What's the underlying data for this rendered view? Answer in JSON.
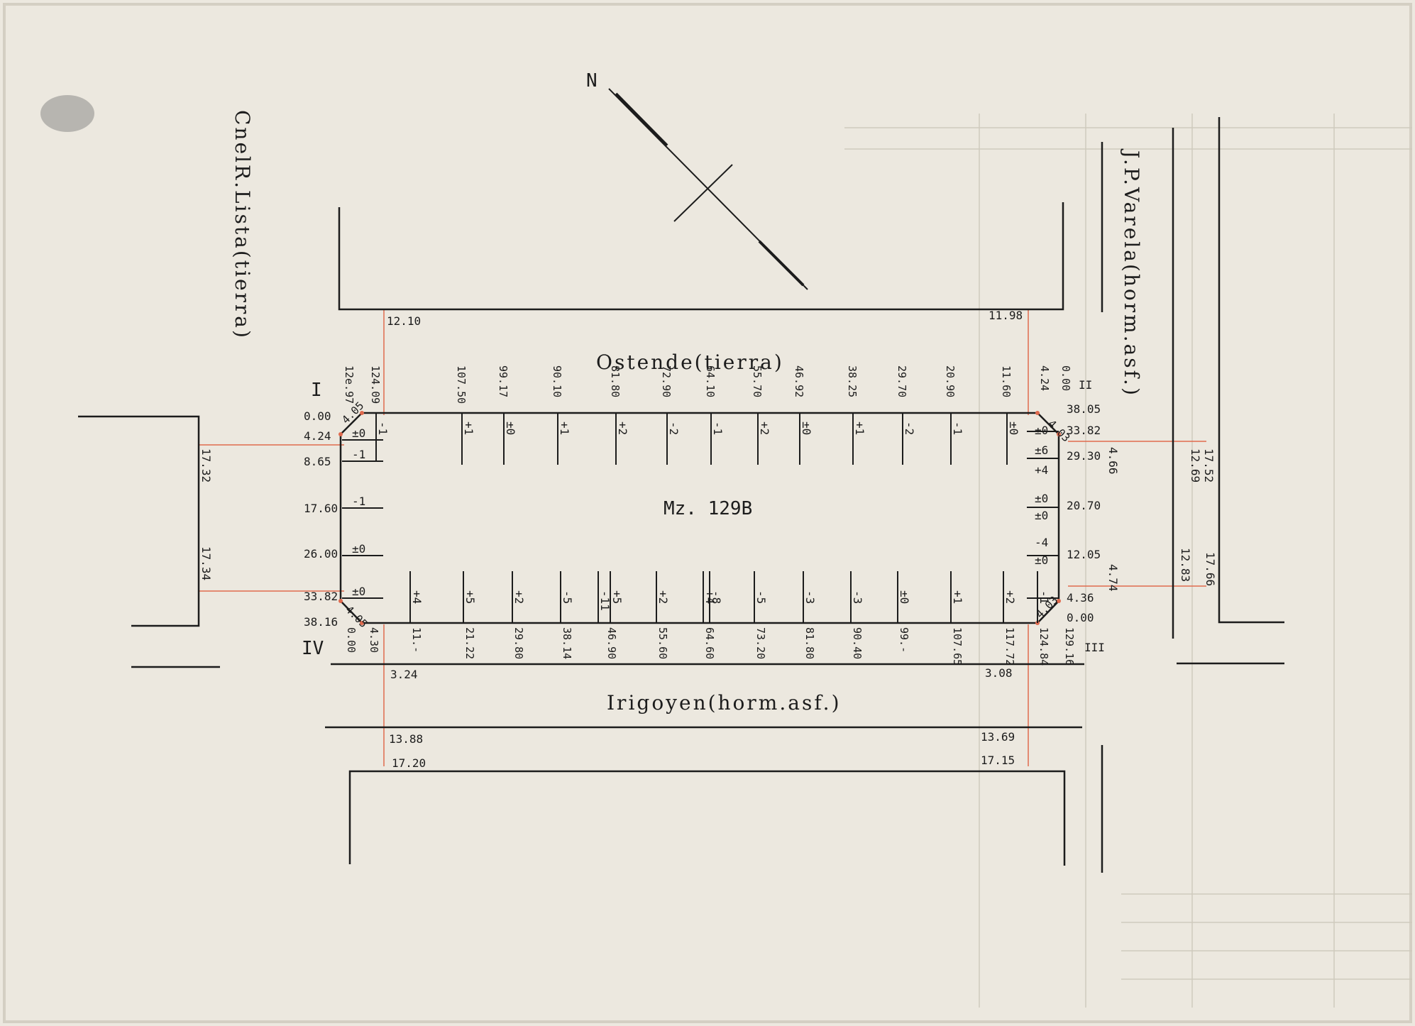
{
  "streets": {
    "north": "Ostende(tierra)",
    "south": "Irigoyen(horm.asf.)",
    "west": "CnelR.Lista(tierra)",
    "east": "J.P.Varela(horm.asf.)"
  },
  "block_label": "Mz. 129B",
  "north_arrow": "N",
  "corners": {
    "I": "I",
    "II": "II",
    "III": "III",
    "IV": "IV"
  },
  "north_side": {
    "chainage": [
      "12e.97",
      "124.09",
      "107.50",
      "99.17",
      "90.10",
      "81.80",
      "72.90",
      "64.10",
      "55.70",
      "46.92",
      "38.25",
      "29.70",
      "20.90",
      "11.60",
      "4.24",
      "0.00"
    ],
    "levels": [
      "-1",
      "+1",
      "±0",
      "+1",
      "+2",
      "-2",
      "-1",
      "+2",
      "±0",
      "+1",
      "-2",
      "-1",
      "±0"
    ]
  },
  "south_side": {
    "chainage": [
      "0.00",
      "4.30",
      "11.-",
      "21.22",
      "29.80",
      "38.14",
      "46.90",
      "55.60",
      "64.60",
      "73.20",
      "81.80",
      "90.40",
      "99.-",
      "107.65",
      "117.72",
      "124.84",
      "129.16"
    ],
    "levels": [
      "+4",
      "+5",
      "+2",
      "-5",
      "-11",
      "+5",
      "+2",
      "+4",
      "-8",
      "-5",
      "-3",
      "-3",
      "±0",
      "+1",
      "+2",
      "-1"
    ]
  },
  "west_side": {
    "chainage": [
      "0.00",
      "4.24",
      "8.65",
      "17.60",
      "26.00",
      "33.82",
      "38.16"
    ],
    "levels": [
      "±0",
      "-1",
      "-1",
      "±0",
      "±0"
    ]
  },
  "east_side": {
    "chainage": [
      "38.05",
      "33.82",
      "29.30",
      "20.70",
      "12.05",
      "4.36",
      "0.00"
    ],
    "levels": [
      "±0",
      "±6",
      "+4",
      "±0",
      "±0",
      "-4",
      "±0"
    ]
  },
  "chamfers": [
    "4.05",
    "4.03",
    "4.03",
    "4.05"
  ],
  "offsets": {
    "north_w": "12.10",
    "north_e": "11.98",
    "south_w": "3.24",
    "south_e": "3.08",
    "south_far_w": "13.88",
    "south_far_e": "13.69",
    "south_lot_w": "17.20",
    "south_lot_e": "17.15",
    "west_n": "17.32",
    "west_s": "17.34",
    "east_n_a": "4.66",
    "east_n_b": "17.52",
    "east_n_c": "12.69",
    "east_s_a": "4.74",
    "east_s_b": "12.83",
    "east_s_c": "17.66"
  },
  "colors": {
    "paper": "#ece8df",
    "ink": "#1c1c1c",
    "survey_line": "#e06a4e"
  }
}
